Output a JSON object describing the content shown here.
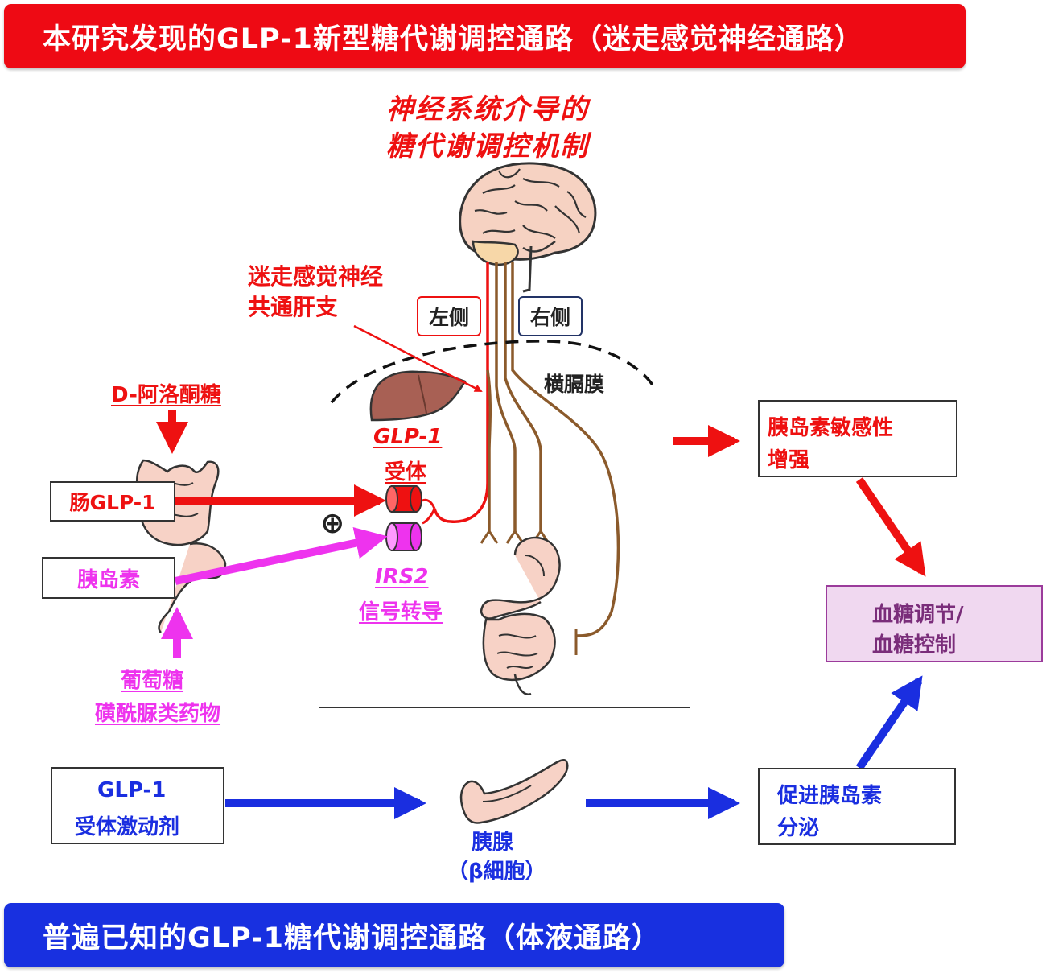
{
  "top_banner": "本研究发现的GLP-1新型糖代谢调控通路（迷走感觉神经通路）",
  "bottom_banner": "普遍已知的GLP-1糖代谢调控通路（体液通路）",
  "central_panel": {
    "title_line1": "神经系统介导的",
    "title_line2": "糖代谢调控机制",
    "vagus_label_line1": "迷走感觉神经",
    "vagus_label_line2": "共通肝支",
    "left_side": "左侧",
    "right_side": "右侧",
    "diaphragm": "横膈膜",
    "glp1_receptor_line1": "GLP-1",
    "glp1_receptor_line2": "受体",
    "irs2_line1": "IRS2",
    "irs2_line2": "信号转导",
    "plus_symbol": "⊕"
  },
  "left_inputs": {
    "d_allulose": "D-阿洛酮糖",
    "gut_glp1": "肠GLP-1",
    "insulin": "胰岛素",
    "glucose_line1": "葡萄糖",
    "glucose_line2": "磺酰脲类药物"
  },
  "right_outputs": {
    "insulin_sensitivity_line1": "胰岛素敏感性",
    "insulin_sensitivity_line2": "增强",
    "glucose_control_line1": "血糖调节/",
    "glucose_control_line2": "血糖控制",
    "insulin_secretion_line1": "促进胰岛素",
    "insulin_secretion_line2": "分泌"
  },
  "bottom_path": {
    "agonist_line1": "GLP-1",
    "agonist_line2": "受体激动剂",
    "pancreas_line1": "胰腺",
    "pancreas_line2": "（β細胞）"
  },
  "colors": {
    "neural_red": "#ee1111",
    "insulin_magenta": "#ee33ee",
    "humoral_blue": "#1a2ee0",
    "nerve_brown": "#8b5a2b",
    "control_box_fill": "#f0d8f0",
    "control_box_border": "#9b3b9b"
  },
  "icons": [
    "brain-icon",
    "liver-icon",
    "intestine-icon",
    "stomach-icon",
    "pancreas-icon",
    "receptor-icon"
  ]
}
